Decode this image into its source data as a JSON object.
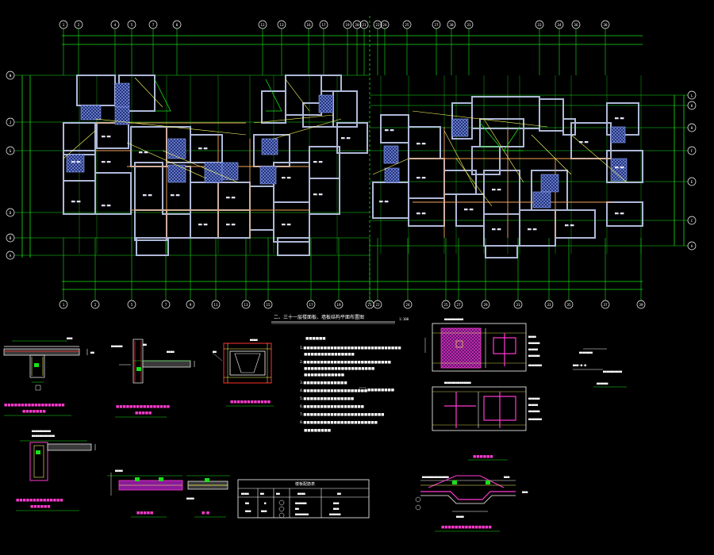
{
  "colors": {
    "background": "#000000",
    "grid": "#19e019",
    "axis_bubble": "#ffffff",
    "wall": "#aeb8d8",
    "beam": "#f2a35c",
    "slab_hatch": "#8ea4ff",
    "diagonal": "#ffff66",
    "label_cyan": "#30e0e0",
    "text_white": "#ffffff",
    "magenta": "#ff3bd0",
    "red": "#ff3030"
  },
  "icons": {
    "axis_bubble": "circle-outline",
    "section_marker": "circle-with-line"
  },
  "axes": {
    "top_left": [
      "1",
      "2",
      "4",
      "5",
      "7",
      "8",
      "12",
      "13",
      "16",
      "17",
      "19",
      "20",
      "21",
      "22",
      "24",
      "25",
      "27",
      "30",
      "31",
      "33",
      "34",
      "36",
      "38"
    ],
    "bottom": [
      "1",
      "2",
      "5",
      "7",
      "9",
      "11",
      "13",
      "15",
      "17",
      "19",
      "21",
      "22",
      "24",
      "25",
      "27",
      "29",
      "31",
      "33",
      "35",
      "37",
      "39"
    ],
    "left_rows": [
      "N",
      "J",
      "G",
      "D",
      "B",
      "A"
    ],
    "right_rows": [
      "L",
      "K",
      "H",
      "F",
      "E",
      "C",
      "A"
    ]
  },
  "drawing": {
    "title": "二、三十一层楼面板、墙板结构平面布置图",
    "scale": "1:100",
    "table_title": "楼板配筋表"
  }
}
